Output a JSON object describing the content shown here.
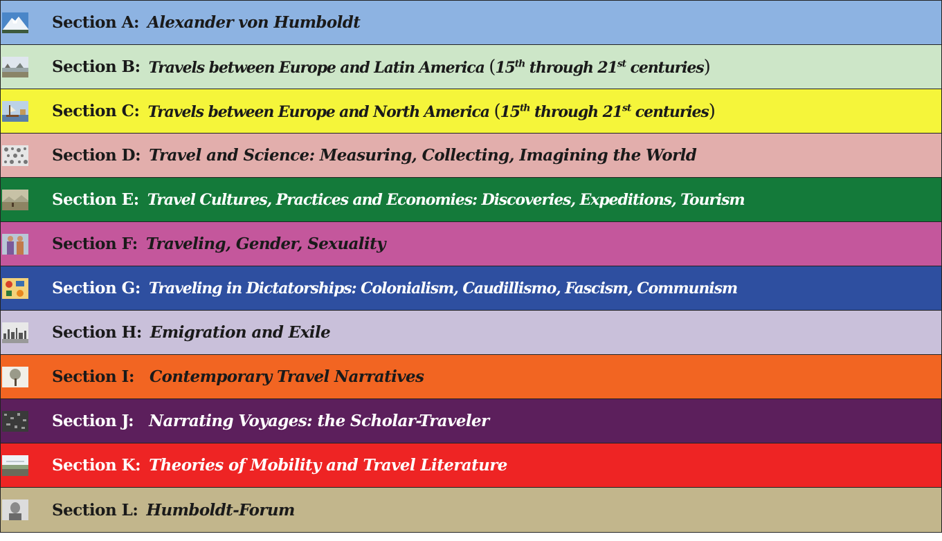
{
  "sections": [
    {
      "label": "Section A:",
      "title": "Alexander von Humboldt",
      "bg": "#8db3e2",
      "fg": "#1a1a1a",
      "icon": "mountain-landscape-icon"
    },
    {
      "label": "Section B:",
      "title_main": "Travels between Europe and Latin America ",
      "title_n1": "15",
      "title_sup1": "th",
      "title_mid": " through 21",
      "title_sup2": "st",
      "title_end": " centuries",
      "bg": "#cde6c8",
      "fg": "#1a1a1a",
      "icon": "harbor-painting-icon"
    },
    {
      "label": "Section C:",
      "title_main": "Travels between Europe and North America ",
      "title_n1": "15",
      "title_sup1": "th",
      "title_mid": " through 21",
      "title_sup2": "st",
      "title_end": " centuries",
      "bg": "#f5f53a",
      "fg": "#1a1a1a",
      "icon": "ship-painting-icon"
    },
    {
      "label": "Section D:",
      "title": "Travel and Science: Measuring, Collecting, Imagining the World",
      "bg": "#e2aeac",
      "fg": "#1a1a1a",
      "icon": "specimen-pattern-icon"
    },
    {
      "label": "Section E:",
      "title": "Travel Cultures, Practices and Economies: Discoveries, Expeditions, Tourism",
      "bg": "#147a3a",
      "fg": "#ffffff",
      "icon": "expedition-painting-icon"
    },
    {
      "label": "Section F:",
      "title": "Traveling, Gender, Sexuality",
      "bg": "#c4579c",
      "fg": "#1a1a1a",
      "icon": "figures-painting-icon"
    },
    {
      "label": "Section G:",
      "title": "Traveling in Dictatorships: Colonialism, Caudillismo, Fascism, Communism",
      "bg": "#2e4fa0",
      "fg": "#ffffff",
      "icon": "collage-icon"
    },
    {
      "label": "Section H:",
      "title": "Emigration and Exile",
      "bg": "#c9c0da",
      "fg": "#1a1a1a",
      "icon": "city-engraving-icon"
    },
    {
      "label": "Section I:",
      "title": "Contemporary Travel Narratives",
      "bg": "#f26522",
      "fg": "#1a1a1a",
      "icon": "tree-sketch-icon"
    },
    {
      "label": "Section J:",
      "title": "Narrating Voyages: the Scholar-Traveler",
      "bg": "#5c1f5c",
      "fg": "#ffffff",
      "icon": "dark-texture-icon"
    },
    {
      "label": "Section K:",
      "title": "Theories of Mobility and Travel Literature",
      "bg": "#ee2424",
      "fg": "#ffffff",
      "icon": "field-landscape-icon"
    },
    {
      "label": "Section L:",
      "title": "Humboldt-Forum",
      "bg": "#c2b68c",
      "fg": "#1a1a1a",
      "icon": "portrait-engraving-icon"
    }
  ]
}
